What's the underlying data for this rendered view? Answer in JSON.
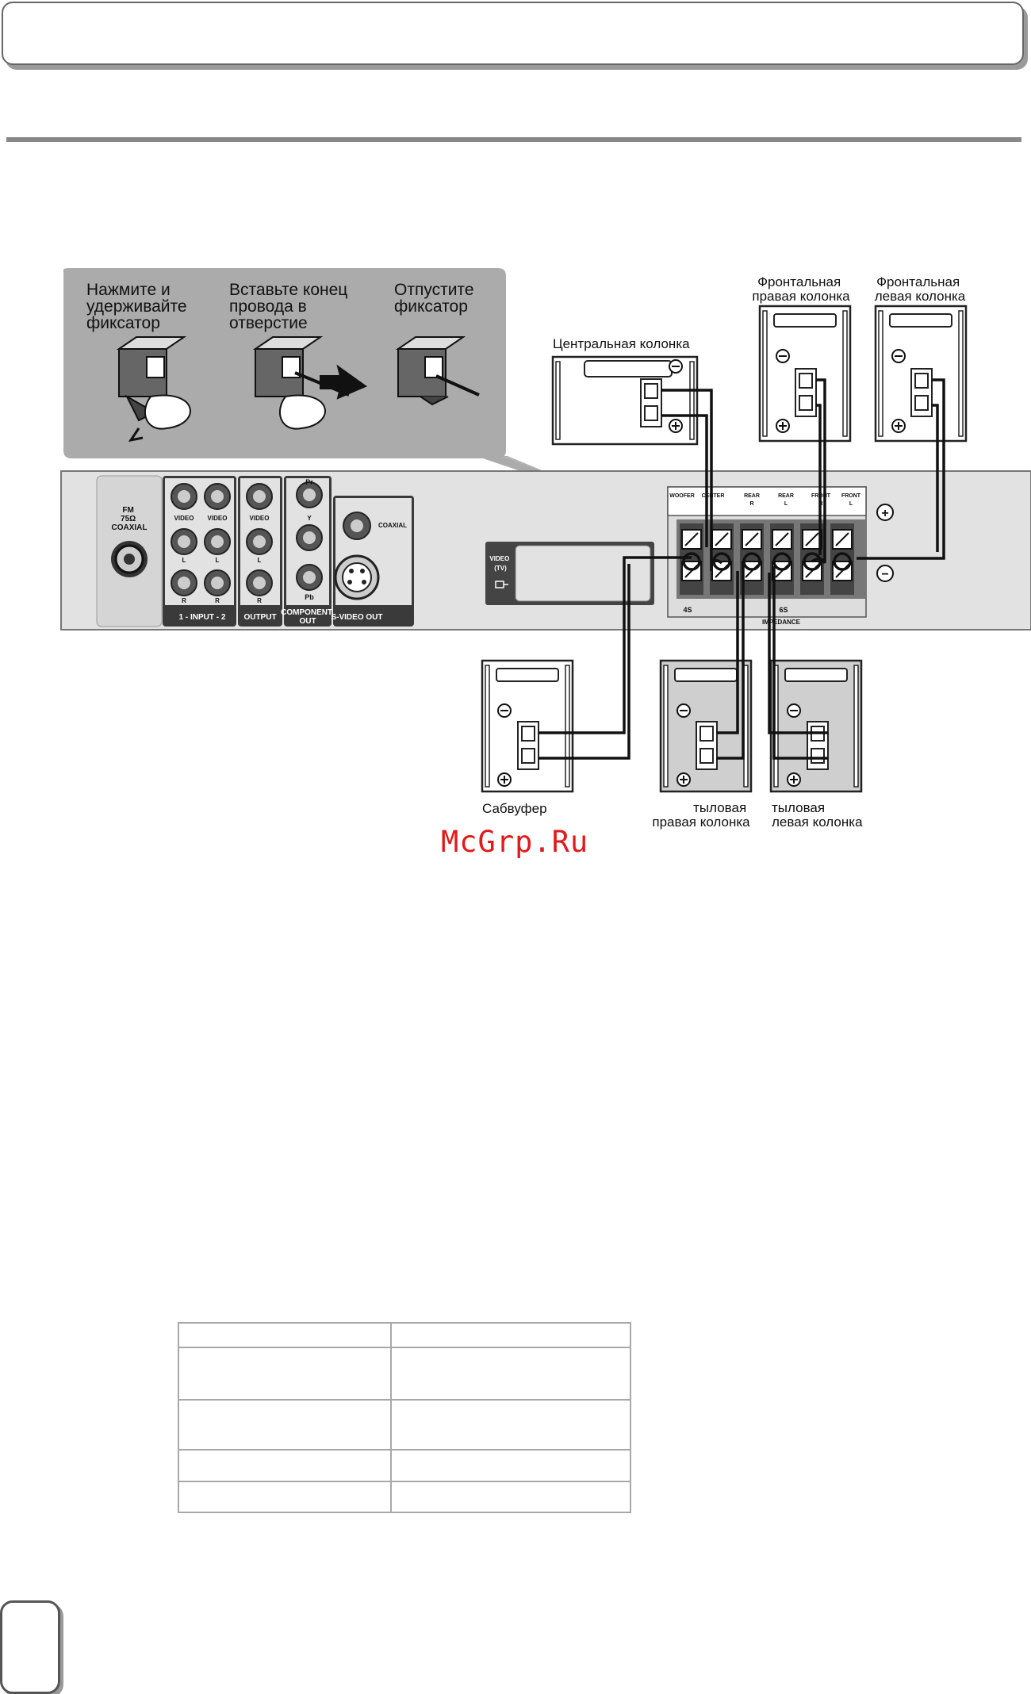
{
  "steps": [
    {
      "lines": [
        "Нажмите и",
        "удерживайте",
        "фиксатор"
      ]
    },
    {
      "lines": [
        "Вставьте конец",
        "провода в",
        "отверстие"
      ]
    },
    {
      "lines": [
        "Отпустите",
        "фиксатор"
      ]
    }
  ],
  "speakers": {
    "center": "Центральная колонка",
    "front_right": [
      "Фронтальная",
      "правая колонка"
    ],
    "front_left": [
      "Фронтальная",
      "левая колонка"
    ],
    "subwoofer": "Сабвуфер",
    "rear_right": [
      "тыловая",
      "правая колонка"
    ],
    "rear_left": [
      "тыловая",
      "левая колонка"
    ]
  },
  "panel": {
    "fm": [
      "FM",
      "75Ω",
      "COAXIAL"
    ],
    "video": "VIDEO",
    "input_label": "1 - INPUT - 2",
    "output_label": "OUTPUT",
    "component_out": [
      "COMPONENT",
      "OUT"
    ],
    "svideo_out": "S-VIDEO OUT",
    "coaxial": "COAXIAL",
    "pr": "Pr",
    "y": "Y",
    "pb": "Pb",
    "l": "L",
    "r": "R",
    "video_tv": [
      "VIDEO",
      "(TV)"
    ],
    "terminals": [
      [
        "WOOFER"
      ],
      [
        "CENTER"
      ],
      [
        "REAR",
        "R"
      ],
      [
        "REAR",
        "L"
      ],
      [
        "FRONT",
        "R"
      ],
      [
        "FRONT",
        "L"
      ]
    ],
    "imp_4s": "4S",
    "imp_6s": "6S",
    "impedance": "IMPEDANCE",
    "plus": "+",
    "minus": "−"
  },
  "watermark": "McGrp.Ru",
  "table": {
    "rows": [
      [
        "",
        ""
      ],
      [
        "",
        ""
      ],
      [
        "",
        ""
      ],
      [
        "",
        ""
      ],
      [
        "",
        ""
      ]
    ]
  },
  "colors": {
    "panel_gray": "#e2e2e2",
    "callout_gray": "#aaaaaa",
    "watermark": "#e01b1b"
  }
}
